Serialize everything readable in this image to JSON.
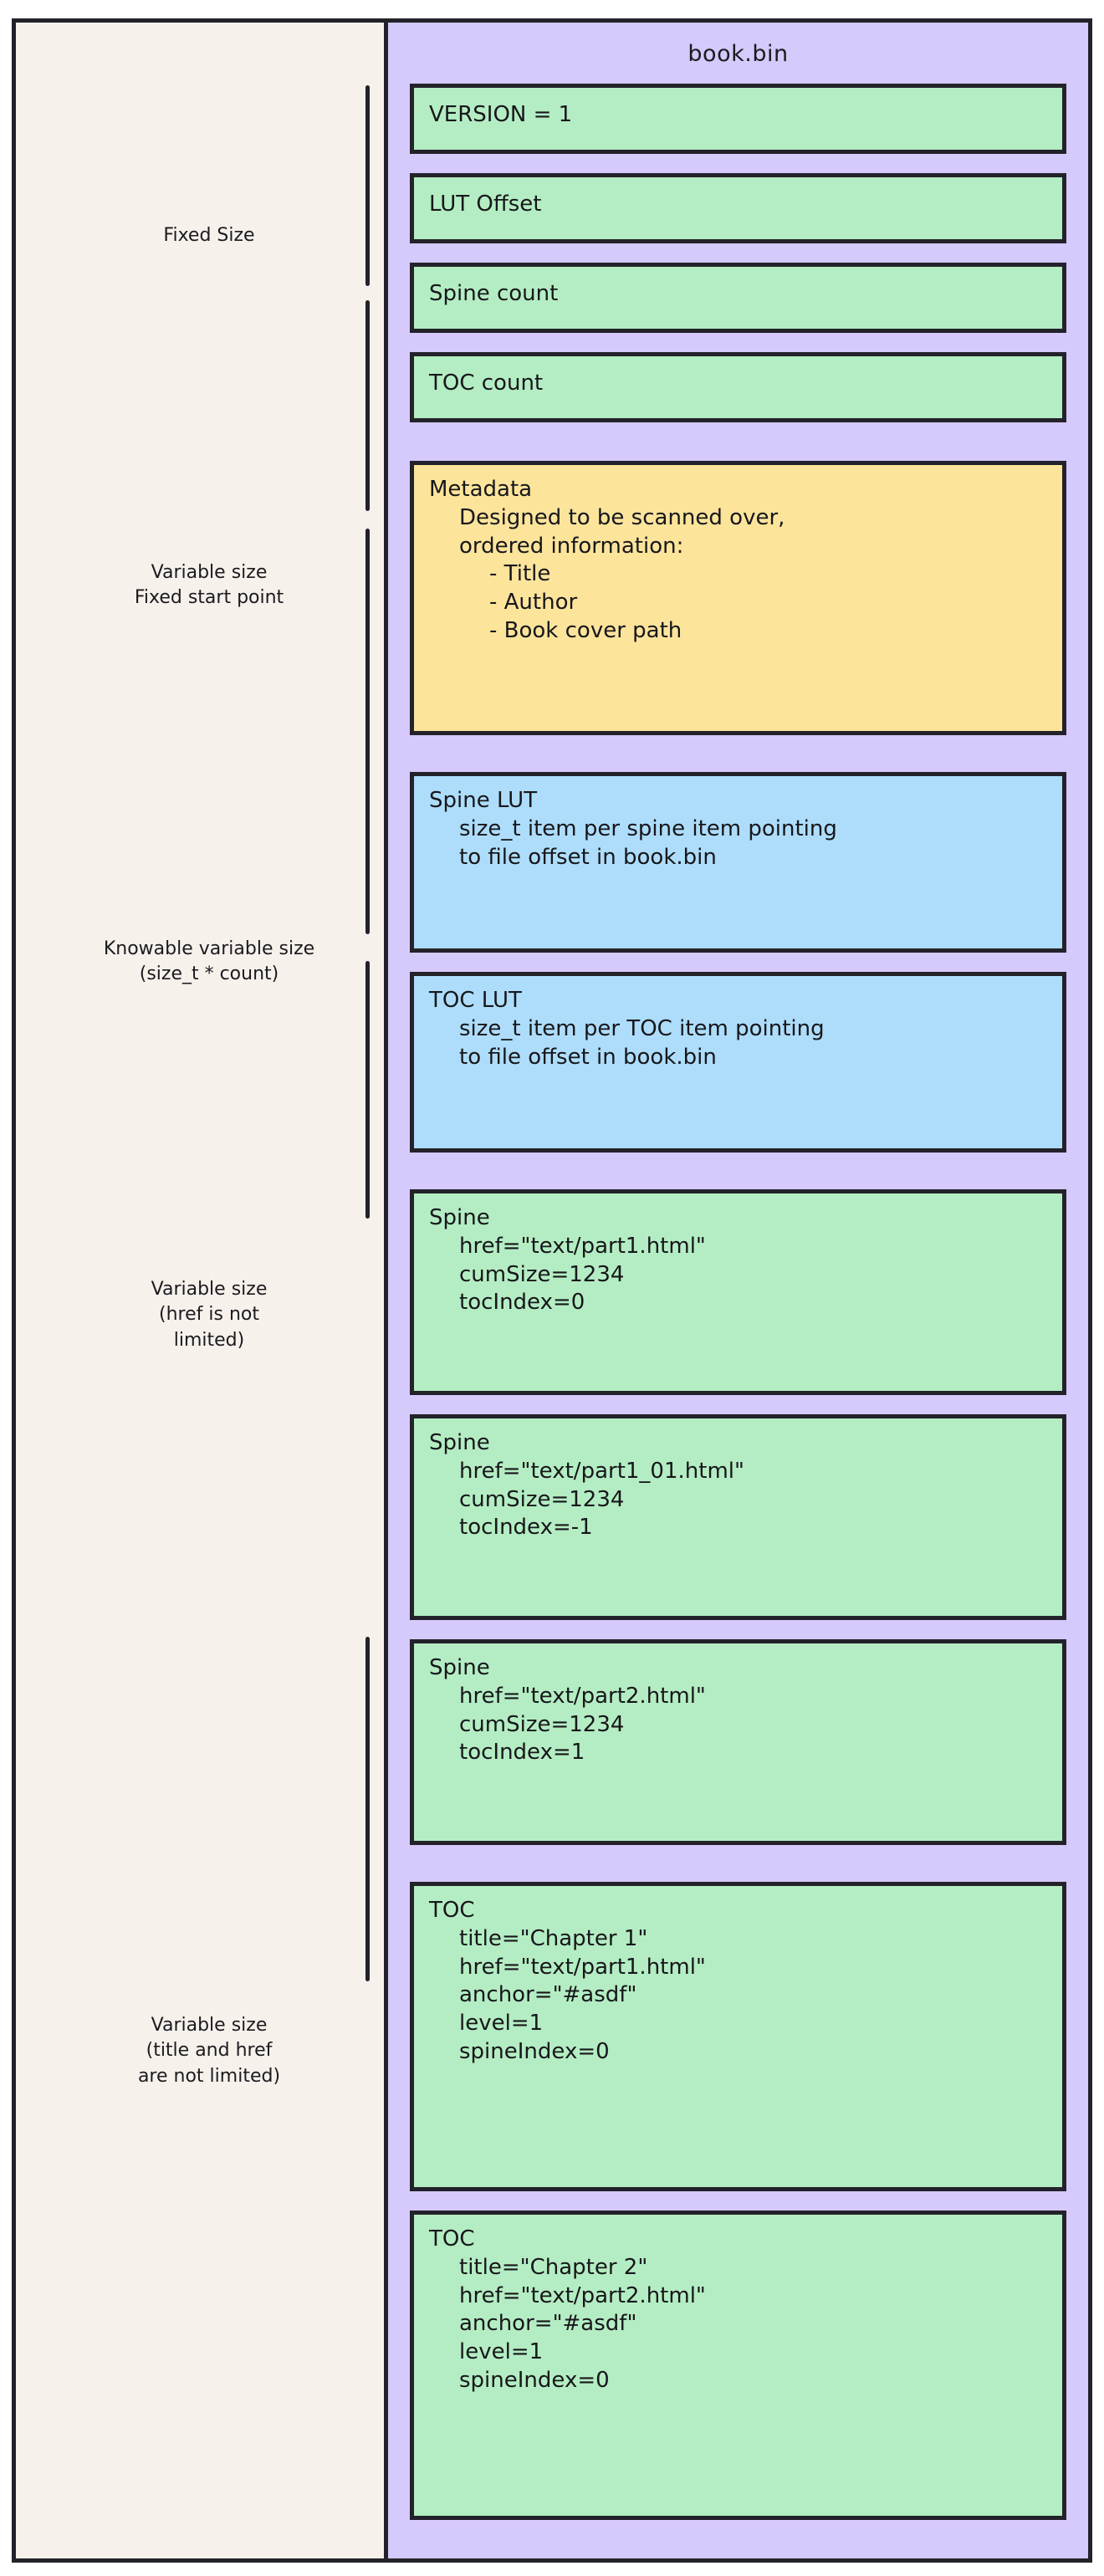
{
  "file": {
    "title": "book.bin"
  },
  "left_sections": [
    {
      "label": "Fixed Size"
    },
    {
      "label": "Variable size\nFixed start point"
    },
    {
      "label": "Knowable variable size\n(size_t * count)"
    },
    {
      "label": "Variable size\n(href is not\nlimited)"
    },
    {
      "label": "Variable size\n(title and href\nare not limited)"
    }
  ],
  "blocks": [
    {
      "name": "version-block",
      "color": "green",
      "lines": [
        {
          "text": "VERSION = 1",
          "indent": 0
        }
      ]
    },
    {
      "name": "lut-offset-block",
      "color": "green",
      "lines": [
        {
          "text": "LUT Offset",
          "indent": 0
        }
      ]
    },
    {
      "name": "spine-count-block",
      "color": "green",
      "lines": [
        {
          "text": "Spine count",
          "indent": 0
        }
      ]
    },
    {
      "name": "toc-count-block",
      "color": "green",
      "lines": [
        {
          "text": "TOC count",
          "indent": 0
        }
      ]
    },
    {
      "name": "metadata-block",
      "color": "yellow",
      "lines": [
        {
          "text": "Metadata",
          "indent": 0
        },
        {
          "text": "Designed to be scanned over,",
          "indent": 1
        },
        {
          "text": "ordered information:",
          "indent": 0
        },
        {
          "text": "- Title",
          "indent": 2
        },
        {
          "text": "- Author",
          "indent": 2
        },
        {
          "text": "- Book cover path",
          "indent": 2
        }
      ]
    },
    {
      "name": "spine-lut-block",
      "color": "blue",
      "lines": [
        {
          "text": "Spine LUT",
          "indent": 0
        },
        {
          "text": "size_t item per spine item pointing",
          "indent": 1
        },
        {
          "text": "to file offset in book.bin",
          "indent": 1
        }
      ]
    },
    {
      "name": "toc-lut-block",
      "color": "blue",
      "lines": [
        {
          "text": "TOC LUT",
          "indent": 0
        },
        {
          "text": "size_t item per TOC item pointing",
          "indent": 1
        },
        {
          "text": "to file offset in book.bin",
          "indent": 1
        }
      ]
    },
    {
      "name": "spine-block-1",
      "color": "green",
      "lines": [
        {
          "text": "Spine",
          "indent": 0
        },
        {
          "text": "href=\"text/part1.html\"",
          "indent": 1
        },
        {
          "text": "cumSize=1234",
          "indent": 1
        },
        {
          "text": "tocIndex=0",
          "indent": 1
        }
      ]
    },
    {
      "name": "spine-block-2",
      "color": "green",
      "lines": [
        {
          "text": "Spine",
          "indent": 0
        },
        {
          "text": "href=\"text/part1_01.html\"",
          "indent": 1
        },
        {
          "text": "cumSize=1234",
          "indent": 1
        },
        {
          "text": "tocIndex=-1",
          "indent": 1
        }
      ]
    },
    {
      "name": "spine-block-3",
      "color": "green",
      "lines": [
        {
          "text": "Spine",
          "indent": 0
        },
        {
          "text": "href=\"text/part2.html\"",
          "indent": 1
        },
        {
          "text": "cumSize=1234",
          "indent": 1
        },
        {
          "text": "tocIndex=1",
          "indent": 1
        }
      ]
    },
    {
      "name": "toc-block-1",
      "color": "green",
      "lines": [
        {
          "text": "TOC",
          "indent": 0
        },
        {
          "text": "title=\"Chapter 1\"",
          "indent": 1
        },
        {
          "text": "href=\"text/part1.html\"",
          "indent": 1
        },
        {
          "text": "anchor=\"#asdf\"",
          "indent": 1
        },
        {
          "text": "level=1",
          "indent": 1
        },
        {
          "text": "spineIndex=0",
          "indent": 1
        }
      ]
    },
    {
      "name": "toc-block-2",
      "color": "green",
      "lines": [
        {
          "text": "TOC",
          "indent": 0
        },
        {
          "text": "title=\"Chapter 2\"",
          "indent": 1
        },
        {
          "text": "href=\"text/part2.html\"",
          "indent": 1
        },
        {
          "text": "anchor=\"#asdf\"",
          "indent": 1
        },
        {
          "text": "level=1",
          "indent": 1
        },
        {
          "text": "spineIndex=0",
          "indent": 1
        }
      ]
    }
  ],
  "colors": {
    "page_background": "#ffffff",
    "left_panel": "#f7f1ec",
    "file_panel": "#d6c9fb",
    "green_block": "#b4edc3",
    "yellow_block": "#fce49b",
    "blue_block": "#aeddfb",
    "stroke": "#23222a",
    "text": "#17171b"
  }
}
